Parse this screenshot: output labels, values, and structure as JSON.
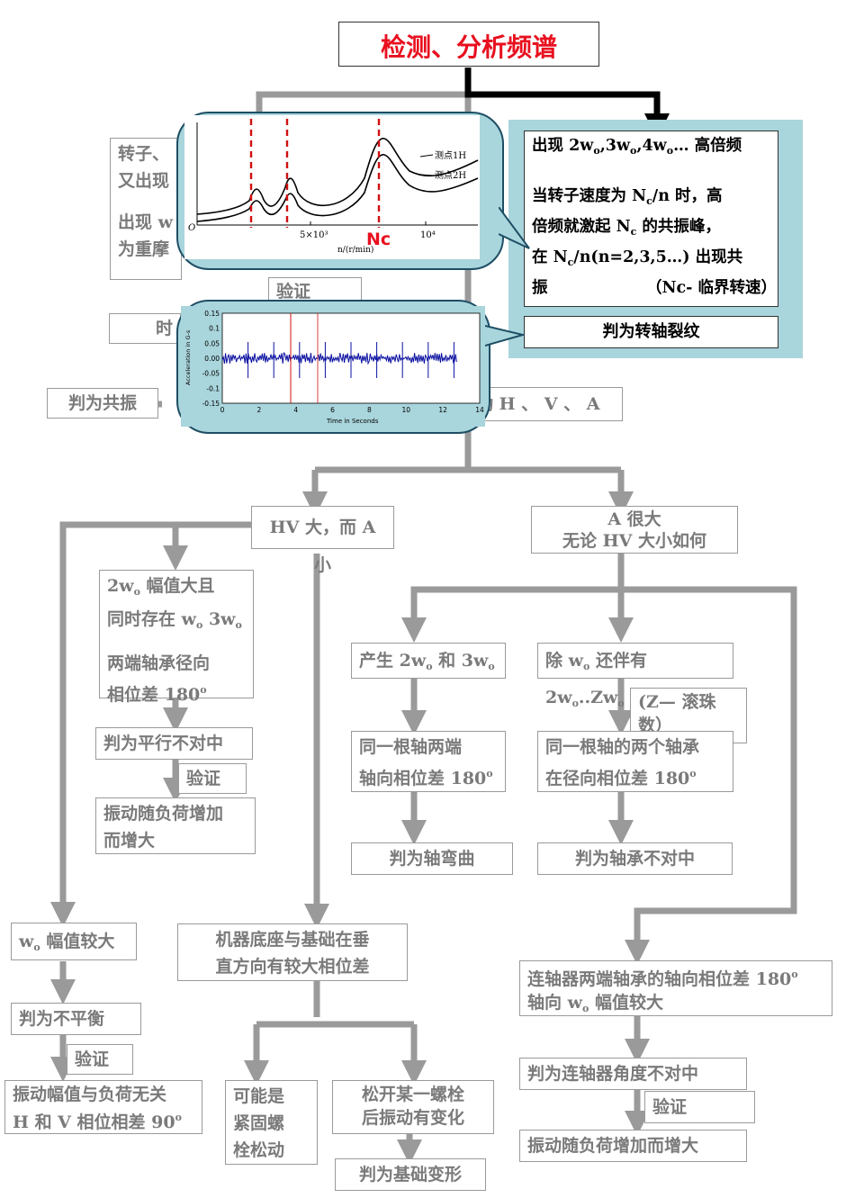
{
  "colors": {
    "flow": "#9a9a9a",
    "main": "#000000",
    "title": "#e8101f",
    "panel": "#a9d5dc",
    "bubble_border": "#1e4e64",
    "dash": "#d01010",
    "wave": "#0a10a0"
  },
  "title": "检测、分析频谱",
  "crack": {
    "l1": "出现 2w",
    "l1b": ",3w",
    "l1c": ",4w",
    "l1d": "… 高倍频",
    "sub_o": "o",
    "sub_c": "c",
    "l2": "当转子速度为 N",
    "l2b": "/n 时，高",
    "l3": "倍频就激起 N",
    "l3b": " 的共振峰，",
    "l4": "在 N",
    "l4b": "/n(n=2,3,5…) 出现共",
    "l5": "振",
    "note": "（Nc- 临界转速）",
    "result": "判为转轴裂纹"
  },
  "left_top": {
    "l1": "转子、",
    "l2": "又出现",
    "l3": "出现 w",
    "l4": "为重摩"
  },
  "verify_top": "验证",
  "time_box": "时",
  "judge_resonance": "判为共振",
  "measure_box": "动 H 、 V 、 A",
  "spectrum": {
    "legend1": "测点1H",
    "legend2": "测点2H",
    "origin": "O",
    "x1": "5×10³",
    "nc": "Nc",
    "x2": "10⁴",
    "xlabel": "n/(r/min)"
  },
  "timeplot": {
    "yticks": [
      "0.15",
      "0.1",
      "0.05",
      "0.00",
      "-0.05",
      "-0.1",
      "-0.15"
    ],
    "xticks": [
      "0",
      "2",
      "4",
      "6",
      "8",
      "10",
      "12",
      "14"
    ],
    "xlabel": "Time in Seconds",
    "ylabel": "Acceleration in G-s"
  },
  "hv_big": "HV 大，而 A 小",
  "a_big": {
    "l1": "A 很大",
    "l2": "无论 HV 大小如何"
  },
  "parallel": {
    "l1a": "2w",
    "l1b": " 幅值大且",
    "l2a": "同时存在 w",
    "l2b": " 3w",
    "l3": "两端轴承径向",
    "l4": "相位差 180",
    "deg": "o",
    "result": "判为平行不对中",
    "verify": "验证",
    "confirm1": "振动随负荷增加",
    "confirm2": "而增大"
  },
  "bend": {
    "l1a": "产生 2w",
    "l1b": " 和 3w",
    "c1": "同一根轴两端",
    "c2": "轴向相位差 180",
    "result": "判为轴弯曲"
  },
  "bearing": {
    "l1a": "除 w",
    "l1b": " 还伴有 2w",
    "l1c": "..Zw",
    "z1": "(Z— 滚珠",
    "z2": "数）",
    "c1": "同一根轴的两个轴承",
    "c2": "在径向相位差 180",
    "result": "判为轴承不对中"
  },
  "unbalance": {
    "l1": " 幅值较大",
    "w": "w",
    "result": "判为不平衡",
    "verify": "验证",
    "c1": "振动幅值与负荷无关",
    "c2": "H 和 V 相位相差 90"
  },
  "base": {
    "l1": "机器底座与基础在垂",
    "l2": "直方向有较大相位差",
    "loose1": "可能是",
    "loose2": "紧固螺",
    "loose3": "栓松动",
    "bolt1": "松开某一螺栓",
    "bolt2": "后振动有变化",
    "result": "判为基础变形"
  },
  "coupling": {
    "l1": "连轴器两端轴承的轴向相位差 180",
    "l2a": "轴向 w",
    "l2b": " 幅值较大",
    "result": "判为连轴器角度不对中",
    "verify": "验证",
    "confirm": "振动随负荷增加而增大"
  }
}
